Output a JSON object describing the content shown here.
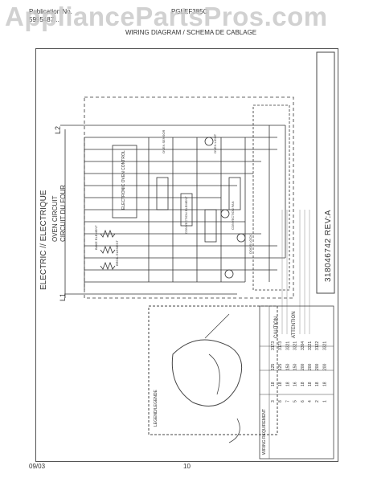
{
  "header": {
    "publication_label": "Publication No.",
    "publication_no": "5995487...",
    "model": "PGLEF385C",
    "diagram_title": "WIRING DIAGRAM / SCHEMA DE CABLAGE"
  },
  "watermark": "AppliancePartsPros.com",
  "diagram": {
    "heading": "ELECTRIC // ELECTRIQUE",
    "sub1": "OVEN CIRCUIT",
    "sub2": "CIRCUIT DU FOUR",
    "l1": "L1",
    "l2": "L2",
    "part_number": "318046742 REV:A",
    "control_label": "ELECTRONIC OVEN CONTROL",
    "bake_label": "BAKE ELEMENT",
    "broil_label": "BROIL ELEMENT",
    "convection_label": "CONVECTION ELEMENT",
    "light_label": "OVEN LIGHT",
    "fan_label": "CONVECTION FAN",
    "door_lock_label": "DOOR LOCK",
    "sensor_label": "OVEN SENSOR",
    "caution_heading": "CAUTION",
    "attention_heading": "ATTENTION",
    "legend_heading": "LEGEND/LEGENDE",
    "wiring_table_heading": "WIRING REQUIREMENT",
    "table_rows": [
      [
        "3",
        "18",
        "125",
        "3173"
      ],
      [
        "8",
        "18",
        "125",
        "3173"
      ],
      [
        "7",
        "18",
        "150",
        "3321"
      ],
      [
        "5",
        "16",
        "150",
        "3321"
      ],
      [
        "6",
        "18",
        "200",
        "3304"
      ],
      [
        "4",
        "18",
        "200",
        "3321"
      ],
      [
        "2",
        "18",
        "200",
        "3122"
      ],
      [
        "1",
        "18",
        "200",
        "3321"
      ]
    ]
  },
  "footer": {
    "date": "09/03",
    "page": "10"
  }
}
